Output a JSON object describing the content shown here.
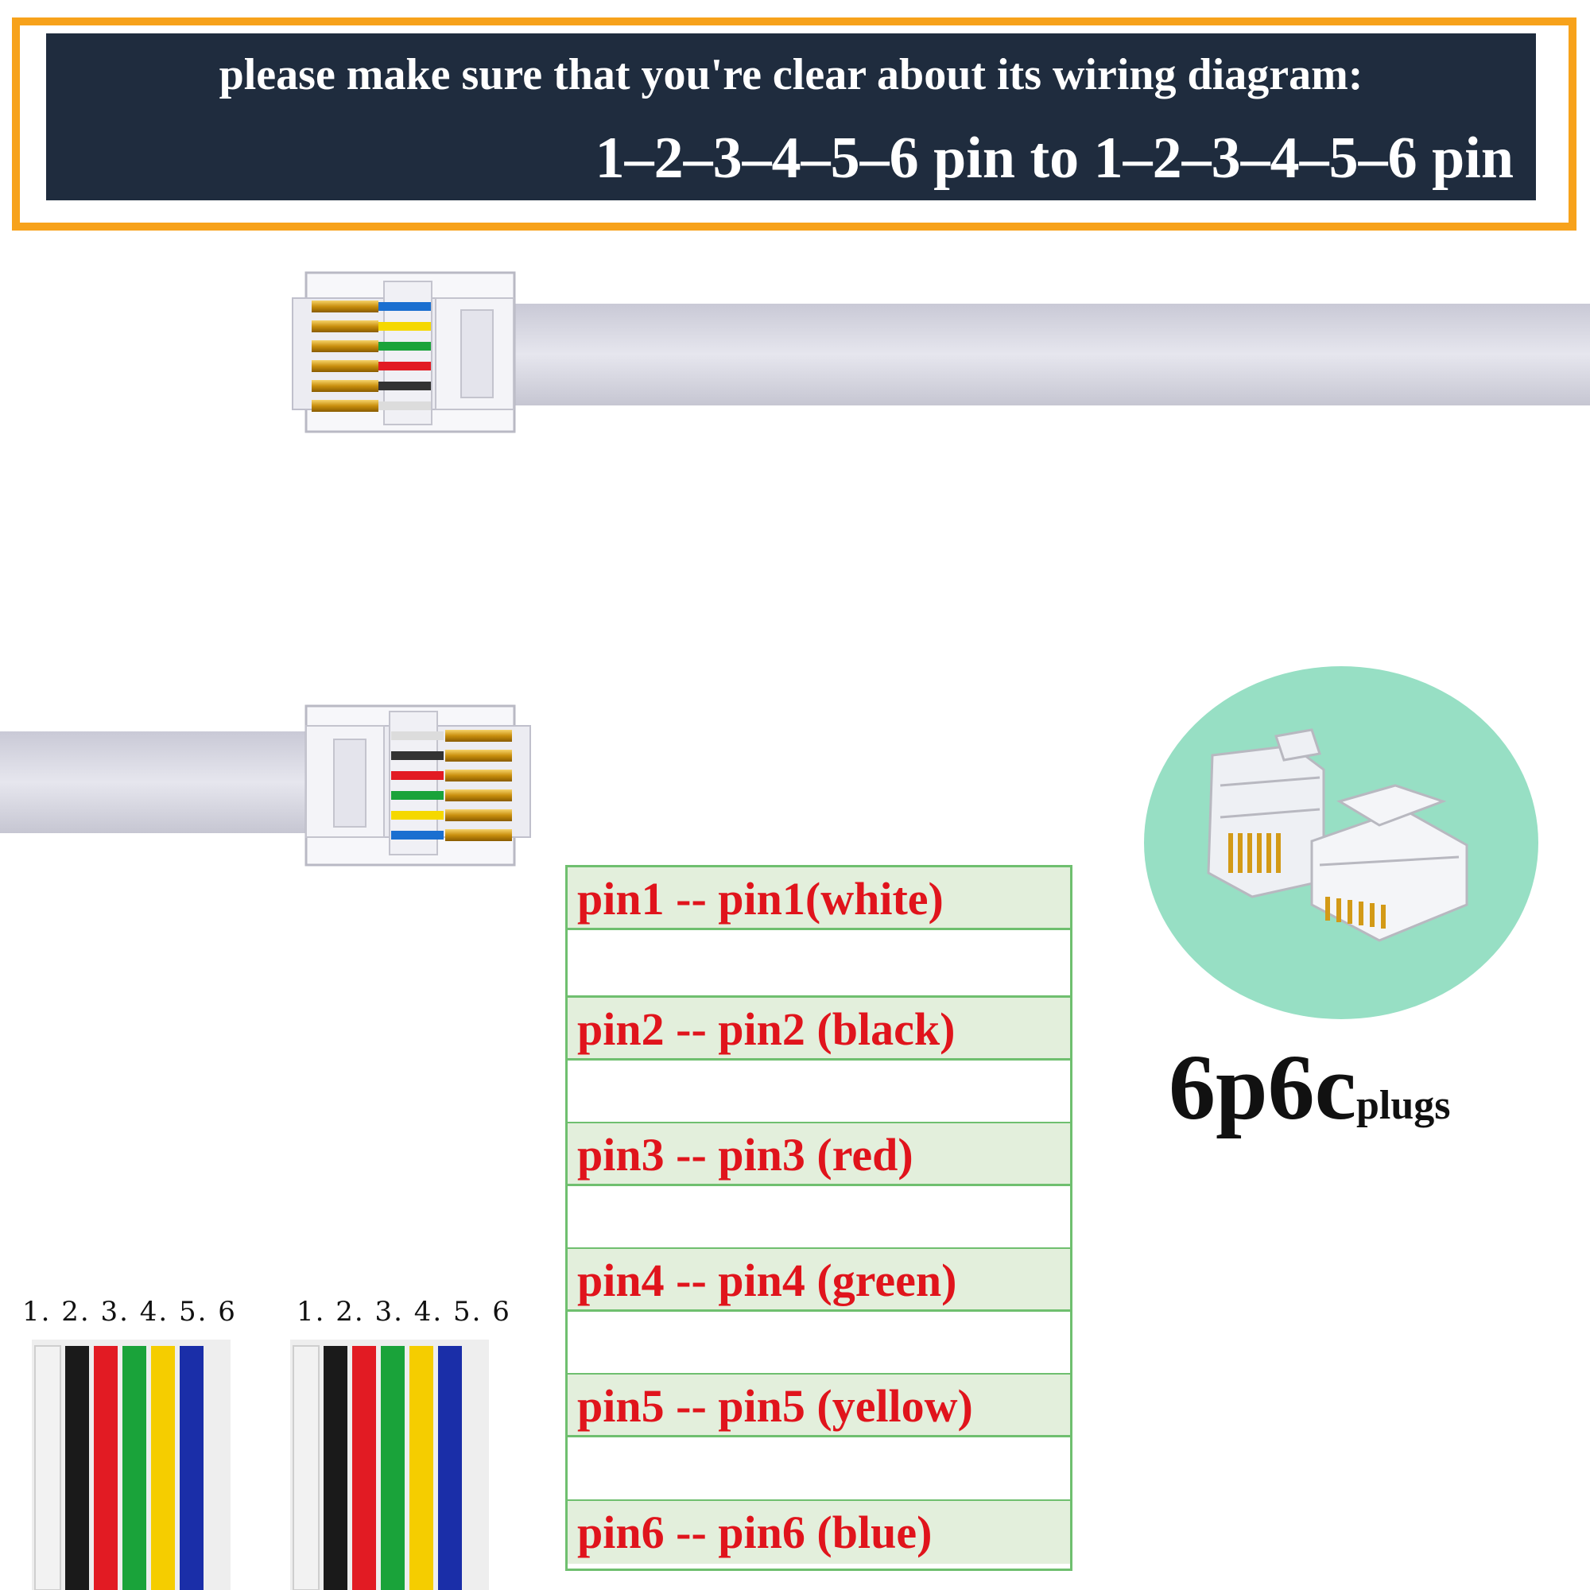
{
  "banner": {
    "line1": "please make sure that you're clear about its wiring diagram:",
    "line2": "1–2–3–4–5–6 pin to 1–2–3–4–5–6 pin",
    "border_color": "#f7a21b",
    "background_color": "#1f2c3e"
  },
  "pin_table": [
    {
      "text": "pin1  -- pin1(white)"
    },
    {
      "text": "pin2  -- pin2 (black)"
    },
    {
      "text": "pin3  -- pin3 (red)"
    },
    {
      "text": "pin4  -- pin4 (green)"
    },
    {
      "text": "pin5  -- pin5 (yellow)"
    },
    {
      "text": "pin6  -- pin6 (blue)"
    }
  ],
  "plug_label": {
    "main": "6p6c",
    "sub": "plugs"
  },
  "wire_groups": [
    {
      "numbers": "1. 2. 3. 4. 5. 6"
    },
    {
      "numbers": "1. 2. 3. 4. 5. 6"
    }
  ],
  "wire_colors": [
    "#f2f2f2",
    "#1a1a1a",
    "#e21b23",
    "#1aa33a",
    "#f5cd00",
    "#1a2ea8"
  ],
  "icons": [
    "rj12-plug-icon",
    "rj12-plug-icon",
    "6p6c-connector-photo-icon"
  ]
}
